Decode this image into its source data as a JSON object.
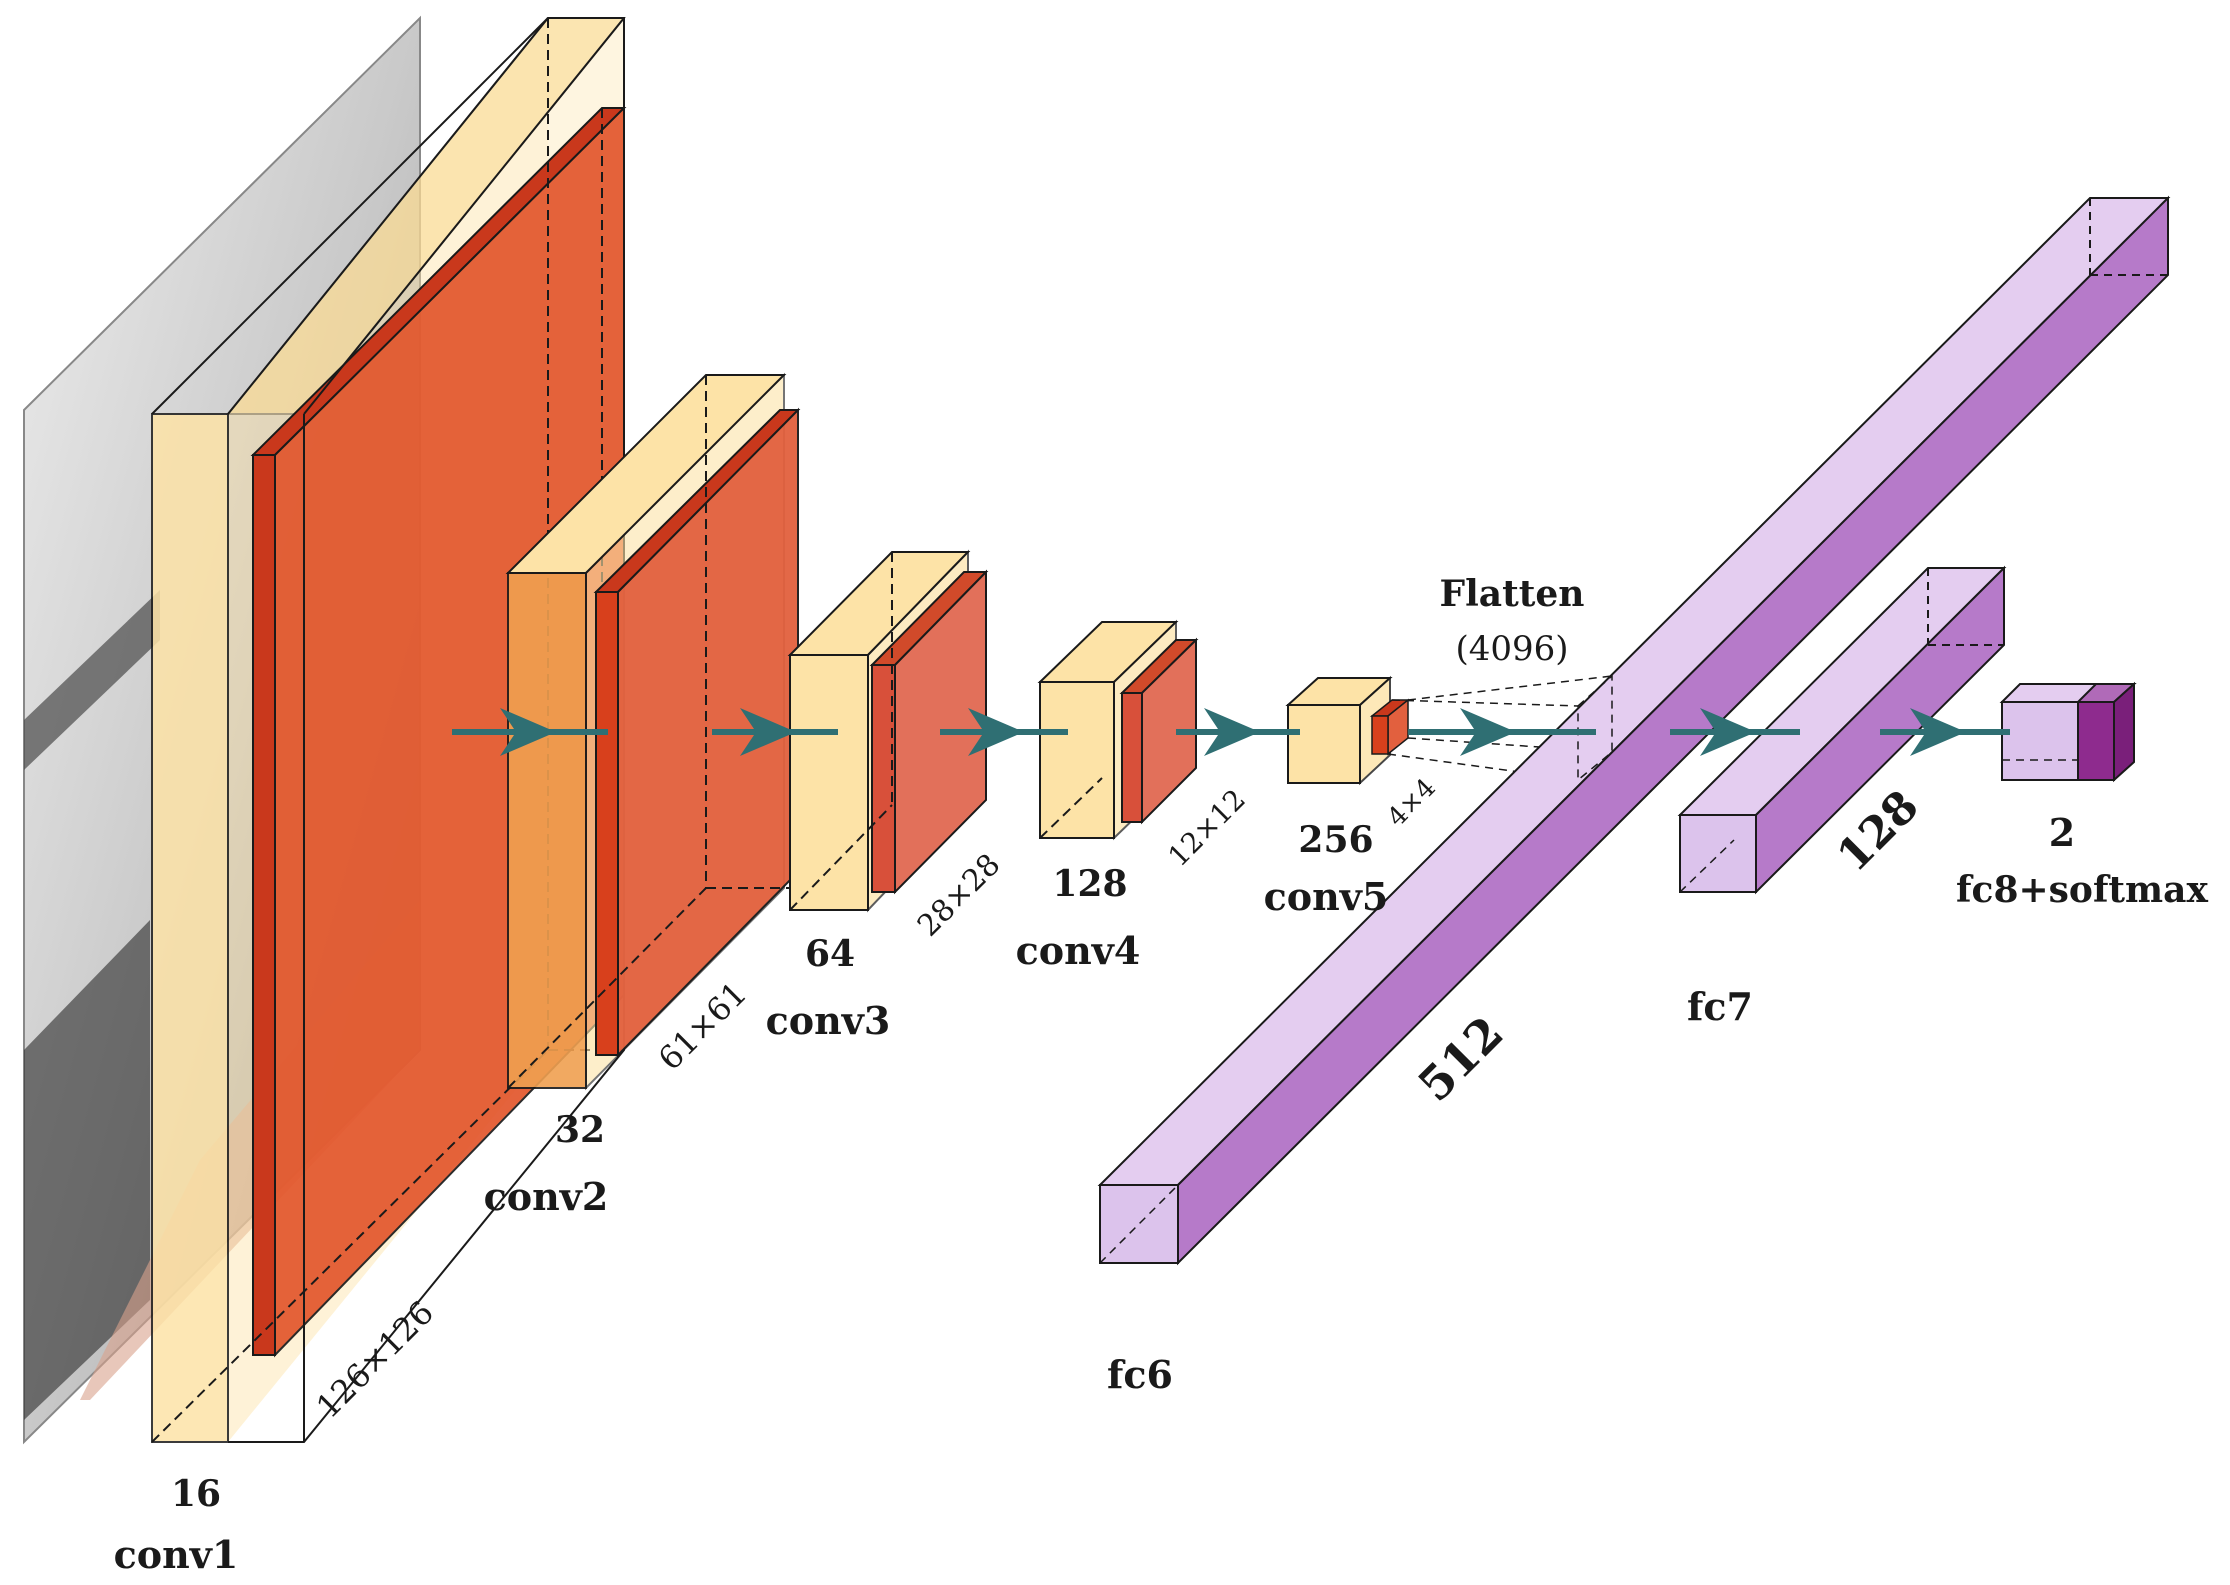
{
  "colors": {
    "input_bg": "#d8d8d8",
    "conv_front": "#fde3a7",
    "conv_side": "#f2c877",
    "conv_opaque_front": "#f0a040",
    "relu_front": "#e24a23",
    "relu_light": "#e8846e",
    "fc_front": "#d9bfe9",
    "fc_side": "#b67ac9",
    "softmax": "#8e2b8e",
    "arrow": "#2f6f73",
    "edge": "#1a1a1a"
  },
  "input": {
    "name": "input-image",
    "description_icon": "photo-icon"
  },
  "layers": [
    {
      "id": "conv1",
      "name": "conv1",
      "channels": "16",
      "size": "126×126"
    },
    {
      "id": "conv2",
      "name": "conv2",
      "channels": "32",
      "size": "61×61"
    },
    {
      "id": "conv3",
      "name": "conv3",
      "channels": "64",
      "size": "28×28"
    },
    {
      "id": "conv4",
      "name": "conv4",
      "channels": "128",
      "size": "12×12"
    },
    {
      "id": "conv5",
      "name": "conv5",
      "channels": "256",
      "size": "4×4"
    },
    {
      "id": "fc6",
      "name": "fc6",
      "units": "512"
    },
    {
      "id": "fc7",
      "name": "fc7",
      "units": "128"
    },
    {
      "id": "fc8",
      "name": "fc8+softmax",
      "units": "2"
    }
  ],
  "flatten": {
    "label": "Flatten",
    "value": "(4096)"
  }
}
